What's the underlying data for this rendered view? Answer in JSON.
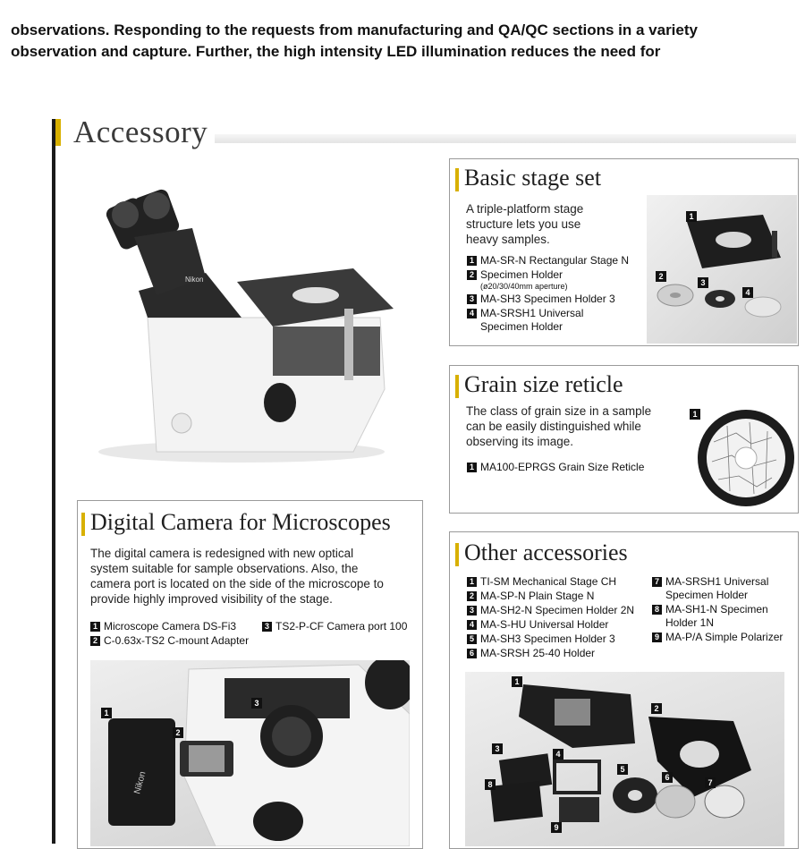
{
  "intro": {
    "line1": "observations. Responding to the requests from manufacturing and QA/QC sections in a variety",
    "line2": "observation and capture.  Further, the high intensity LED illumination reduces the need for"
  },
  "section_title": "Accessory",
  "microscope_brand": "Nikon",
  "basic_stage": {
    "title": "Basic stage set",
    "desc": [
      "A triple-platform stage",
      "structure lets you use",
      "heavy samples."
    ],
    "items": [
      {
        "n": "1",
        "text": "MA-SR-N Rectangular Stage N",
        "sub": ""
      },
      {
        "n": "2",
        "text": "Specimen Holder",
        "sub": "(ø20/30/40mm aperture)"
      },
      {
        "n": "3",
        "text": "MA-SH3 Specimen Holder 3",
        "sub": ""
      },
      {
        "n": "4",
        "text": "MA-SRSH1 Universal",
        "sub2": "Specimen Holder"
      }
    ]
  },
  "grain": {
    "title": "Grain size reticle",
    "desc": [
      "The class of grain size in a sample",
      "can be easily distinguished while",
      "observing its image."
    ],
    "item": {
      "n": "1",
      "text": "MA100-EPRGS Grain Size Reticle"
    }
  },
  "camera": {
    "title": "Digital Camera for Microscopes",
    "desc": [
      "The digital camera is redesigned with new optical",
      "system suitable for sample observations. Also, the",
      "camera port is located on the side of the microscope to",
      "provide highly improved visibility of the stage."
    ],
    "items": [
      {
        "n": "1",
        "text": "Microscope Camera DS-Fi3"
      },
      {
        "n": "2",
        "text": "C-0.63x-TS2 C-mount Adapter"
      },
      {
        "n": "3",
        "text": "TS2-P-CF Camera port 100"
      }
    ]
  },
  "other": {
    "title": "Other accessories",
    "left": [
      {
        "n": "1",
        "text": "TI-SM Mechanical Stage CH"
      },
      {
        "n": "2",
        "text": "MA-SP-N Plain Stage N"
      },
      {
        "n": "3",
        "text": "MA-SH2-N Specimen Holder 2N"
      },
      {
        "n": "4",
        "text": "MA-S-HU Universal Holder"
      },
      {
        "n": "5",
        "text": "MA-SH3 Specimen Holder 3"
      },
      {
        "n": "6",
        "text": "MA-SRSH 25-40 Holder"
      }
    ],
    "right": [
      {
        "n": "7",
        "text": "MA-SRSH1 Universal",
        "text2": "Specimen Holder"
      },
      {
        "n": "8",
        "text": "MA-SH1-N Specimen",
        "text2": "Holder 1N"
      },
      {
        "n": "9",
        "text": "MA-P/A Simple Polarizer"
      }
    ]
  },
  "colors": {
    "accent": "#d8b000",
    "border": "#9a9a9a"
  }
}
